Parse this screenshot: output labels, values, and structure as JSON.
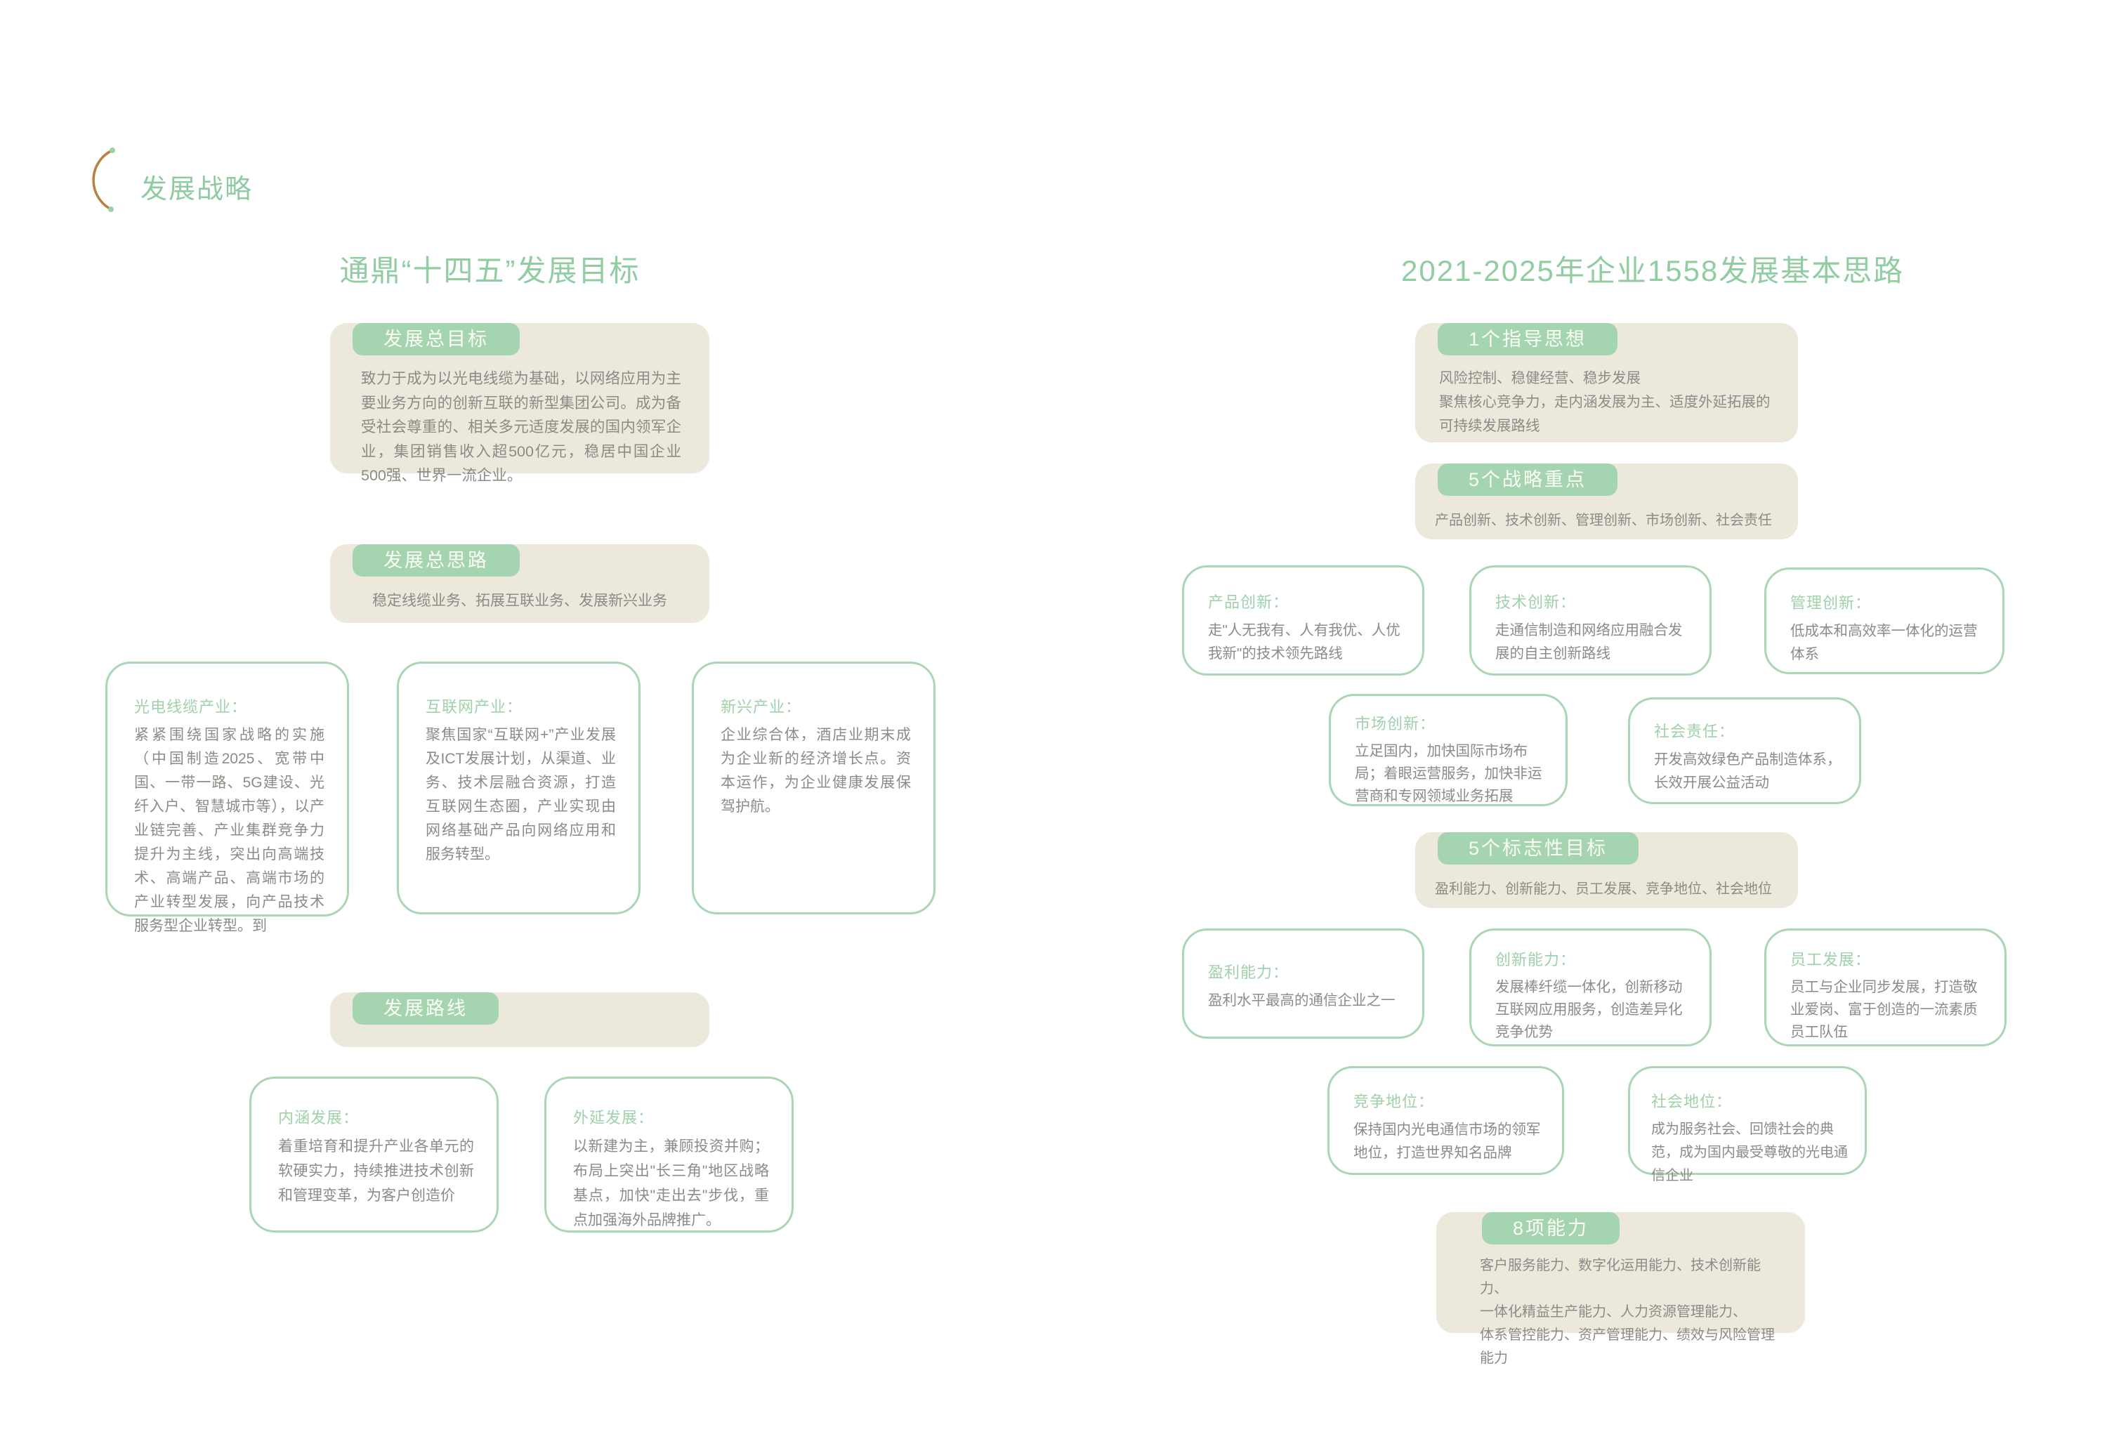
{
  "page_title": "发展战略",
  "colors": {
    "heading_green": "#8fcaa0",
    "pill_green": "#a5d5b0",
    "beige": "#ece8db",
    "border_green": "#abd6b5",
    "body_gray": "#8b8b87",
    "arc_orange": "#b9813f"
  },
  "left": {
    "heading": "通鼎“十四五”发展目标",
    "goal": {
      "label": "发展总目标",
      "body": "致力于成为以光电线缆为基础，以网络应用为主要业务方向的创新互联的新型集团公司。成为备受社会尊重的、相关多元适度发展的国内领军企业，集团销售收入超500亿元，稳居中国企业500强、世界一流企业。"
    },
    "idea": {
      "label": "发展总思路",
      "body": "稳定线缆业务、拓展互联业务、发展新兴业务"
    },
    "industries": [
      {
        "label": "光电线缆产业：",
        "body": "紧紧围绕国家战略的实施（中国制造2025、宽带中国、一带一路、5G建设、光纤入户、智慧城市等），以产业链完善、产业集群竞争力提升为主线，突出向高端技术、高端产品、高端市场的产业转型发展，向产品技术服务型企业转型。到"
      },
      {
        "label": "互联网产业：",
        "body": "聚焦国家“互联网+”产业发展及ICT发展计划，从渠道、业务、技术层融合资源，打造互联网生态圈，产业实现由网络基础产品向网络应用和服务转型。"
      },
      {
        "label": "新兴产业：",
        "body": "企业综合体，酒店业期末成为企业新的经济增长点。资本运作，为企业健康发展保驾护航。"
      }
    ],
    "route": {
      "label": "发展路线"
    },
    "routes": [
      {
        "label": "内涵发展：",
        "body": "着重培育和提升产业各单元的软硬实力，持续推进技术创新和管理变革，为客户创造价"
      },
      {
        "label": "外延发展：",
        "body": "以新建为主，兼顾投资并购；布局上突出\"长三角\"地区战略基点，加快\"走出去\"步伐，重点加强海外品牌推广。"
      }
    ]
  },
  "right": {
    "heading": "2021-2025年企业1558发展基本思路",
    "guide": {
      "label": "1个指导思想",
      "body": "风险控制、稳健经营、稳步发展\n聚焦核心竞争力，走内涵发展为主、适度外延拓展的可持续发展路线"
    },
    "focus": {
      "label": "5个战略重点",
      "body": "产品创新、技术创新、管理创新、市场创新、社会责任"
    },
    "innovations": [
      {
        "label": "产品创新：",
        "body": "走\"人无我有、人有我优、人优我新\"的技术领先路线"
      },
      {
        "label": "技术创新：",
        "body": "走通信制造和网络应用融合发展的自主创新路线"
      },
      {
        "label": "管理创新：",
        "body": "低成本和高效率一体化的运营体系"
      }
    ],
    "market_social": [
      {
        "label": "市场创新：",
        "body": "立足国内，加快国际市场布局；着眼运营服务，加快非运营商和专网领域业务拓展"
      },
      {
        "label": "社会责任：",
        "body": "开发高效绿色产品制造体系，长效开展公益活动"
      }
    ],
    "targets": {
      "label": "5个标志性目标",
      "body": "盈利能力、创新能力、员工发展、竞争地位、社会地位"
    },
    "abilities_row": [
      {
        "label": "盈利能力：",
        "body": "盈利水平最高的通信企业之一"
      },
      {
        "label": "创新能力：",
        "body": "发展棒纤缆一体化，创新移动互联网应用服务，创造差异化竞争优势"
      },
      {
        "label": "员工发展：",
        "body": "员工与企业同步发展，打造敬业爱岗、富于创造的一流素质员工队伍"
      }
    ],
    "positions_row": [
      {
        "label": "竞争地位：",
        "body": "保持国内光电通信市场的领军地位，打造世界知名品牌"
      },
      {
        "label": "社会地位：",
        "body": "成为服务社会、回馈社会的典范，成为国内最受尊敬的光电通信企业"
      }
    ],
    "ability": {
      "label": "8项能力",
      "body": "客户服务能力、数字化运用能力、技术创新能力、\n一体化精益生产能力、人力资源管理能力、\n体系管控能力、资产管理能力、绩效与风险管理能力"
    }
  }
}
